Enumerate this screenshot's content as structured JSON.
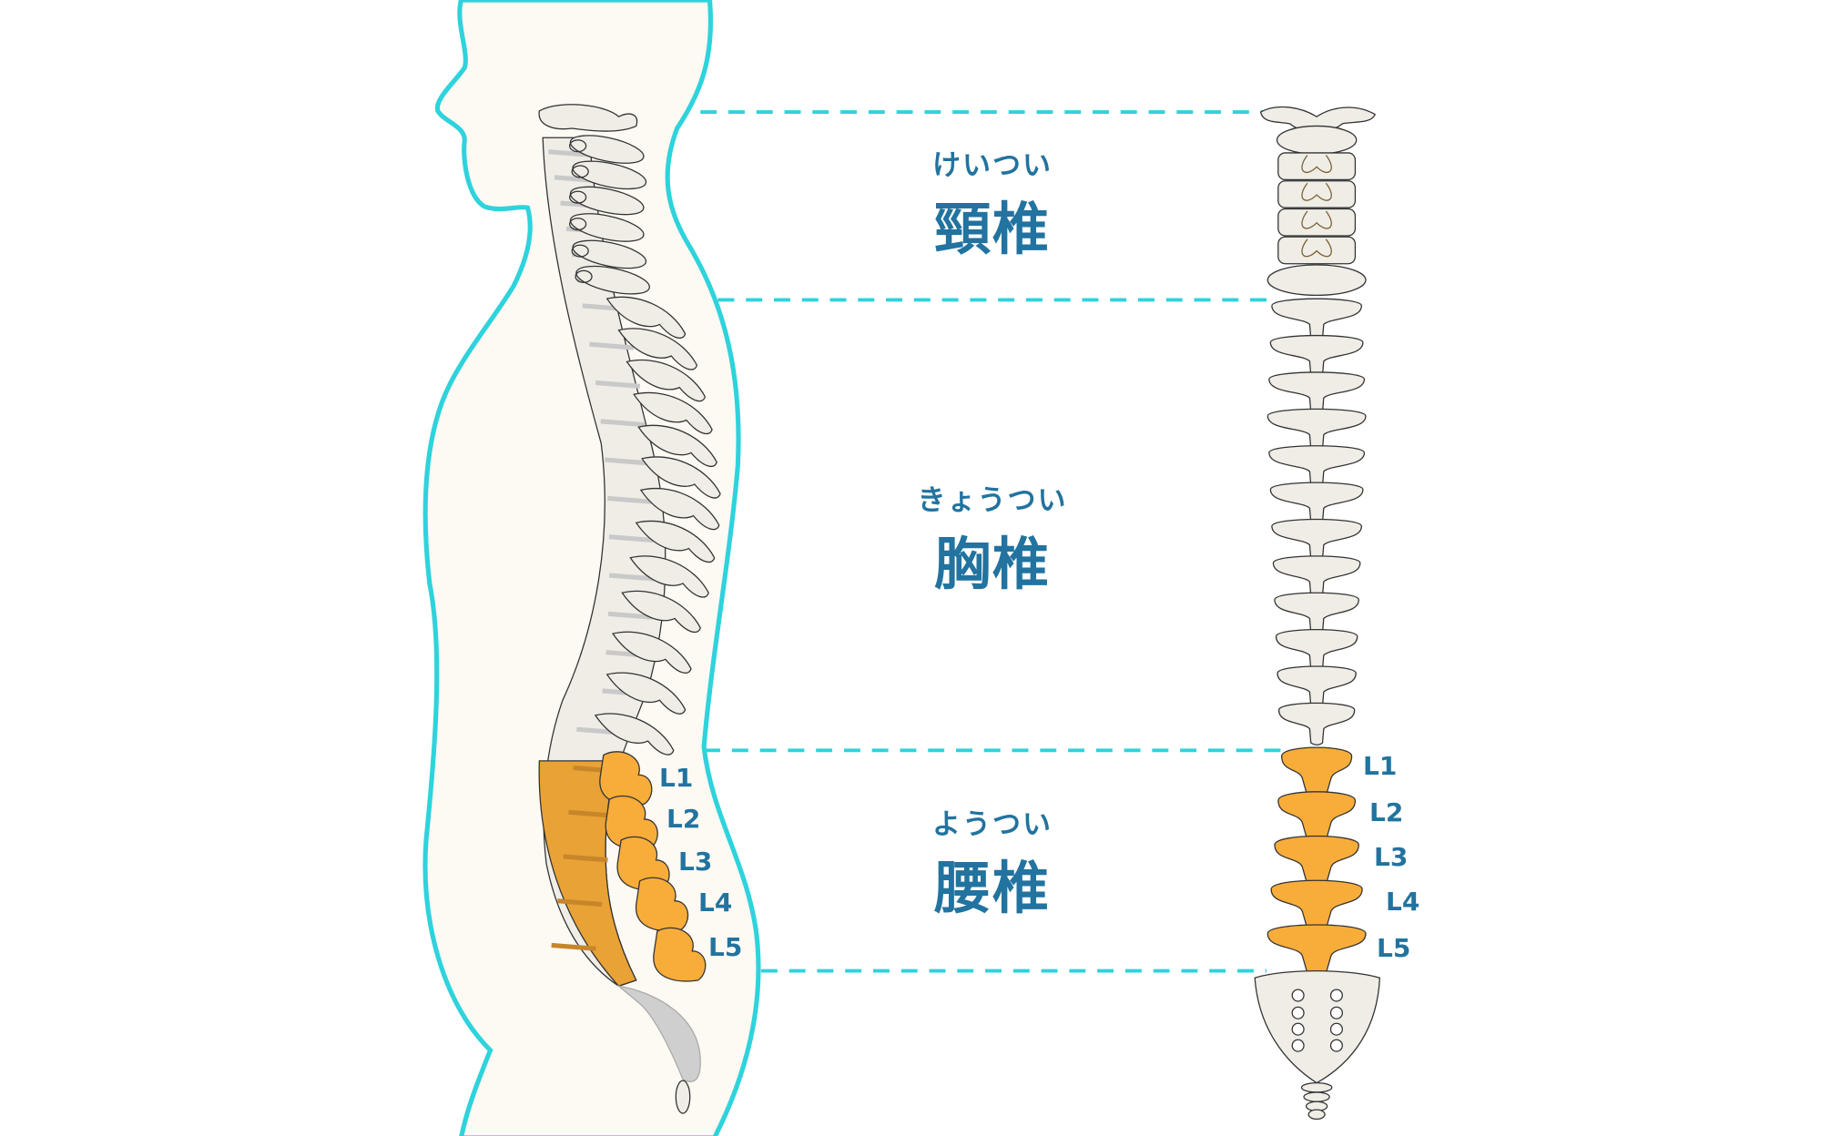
{
  "sections": [
    {
      "ruby": "けいつい",
      "name": "頸椎"
    },
    {
      "ruby": "きょうつい",
      "name": "胸椎"
    },
    {
      "ruby": "ようつい",
      "name": "腰椎"
    }
  ],
  "lumbar_labels_side": [
    "L1",
    "L2",
    "L3",
    "L4",
    "L5"
  ],
  "lumbar_labels_back": [
    "L1",
    "L2",
    "L3",
    "L4",
    "L5"
  ],
  "colors": {
    "outline": "#2ed3dc",
    "skin": "#fdf9f3",
    "bone": "#efede6",
    "lumbar": "#f8ad3a",
    "lumbar_body": "#e9a235",
    "text": "#22739f"
  }
}
